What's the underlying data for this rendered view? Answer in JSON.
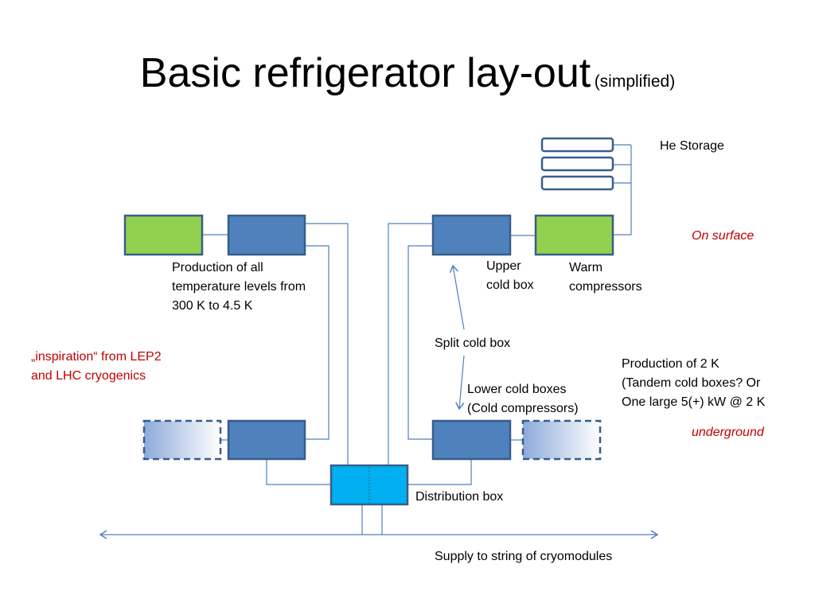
{
  "title": {
    "main": "Basic refrigerator lay-out",
    "sub": "(simplified)"
  },
  "labels": {
    "he_storage": "He Storage",
    "on_surface": "On surface",
    "production_all": [
      "Production of all",
      "temperature levels from",
      "300 K to 4.5 K"
    ],
    "upper_cold_box": [
      "Upper",
      "cold box"
    ],
    "warm_compressors": [
      "Warm",
      "compressors"
    ],
    "inspiration": [
      "„inspiration“ from LEP2",
      "and LHC cryogenics"
    ],
    "split_cold_box": "Split cold box",
    "production_2k": [
      "Production of 2 K",
      "(Tandem cold boxes? Or",
      "One large 5(+) kW @ 2 K"
    ],
    "lower_cold_boxes": [
      "Lower cold boxes",
      "(Cold compressors)"
    ],
    "underground": "underground",
    "distribution_box": "Distribution box",
    "supply": "Supply to string of cryomodules"
  },
  "colors": {
    "green_box": "#92d050",
    "blue_box": "#4f81bd",
    "box_border": "#385d8a",
    "cyan_box": "#00b0f0",
    "connector": "#4f81bd",
    "red_text": "#c00000"
  }
}
